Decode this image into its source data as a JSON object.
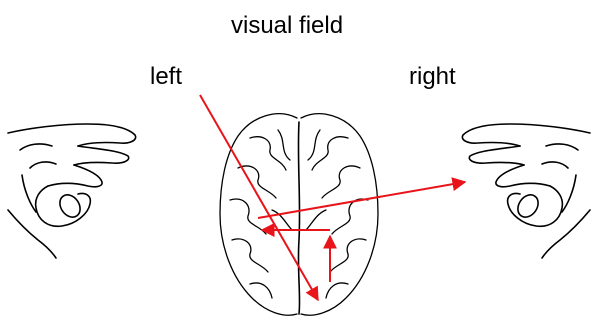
{
  "title": "visual field",
  "labels": {
    "left": "left",
    "right": "right"
  },
  "figure": {
    "brain": "brain-illustration",
    "left_hand": "hand-pointing-left-side",
    "right_hand": "hand-pointing-right-side"
  },
  "colors": {
    "arrows": "#e8141a",
    "line_art": "#000000",
    "background": "#ffffff"
  }
}
